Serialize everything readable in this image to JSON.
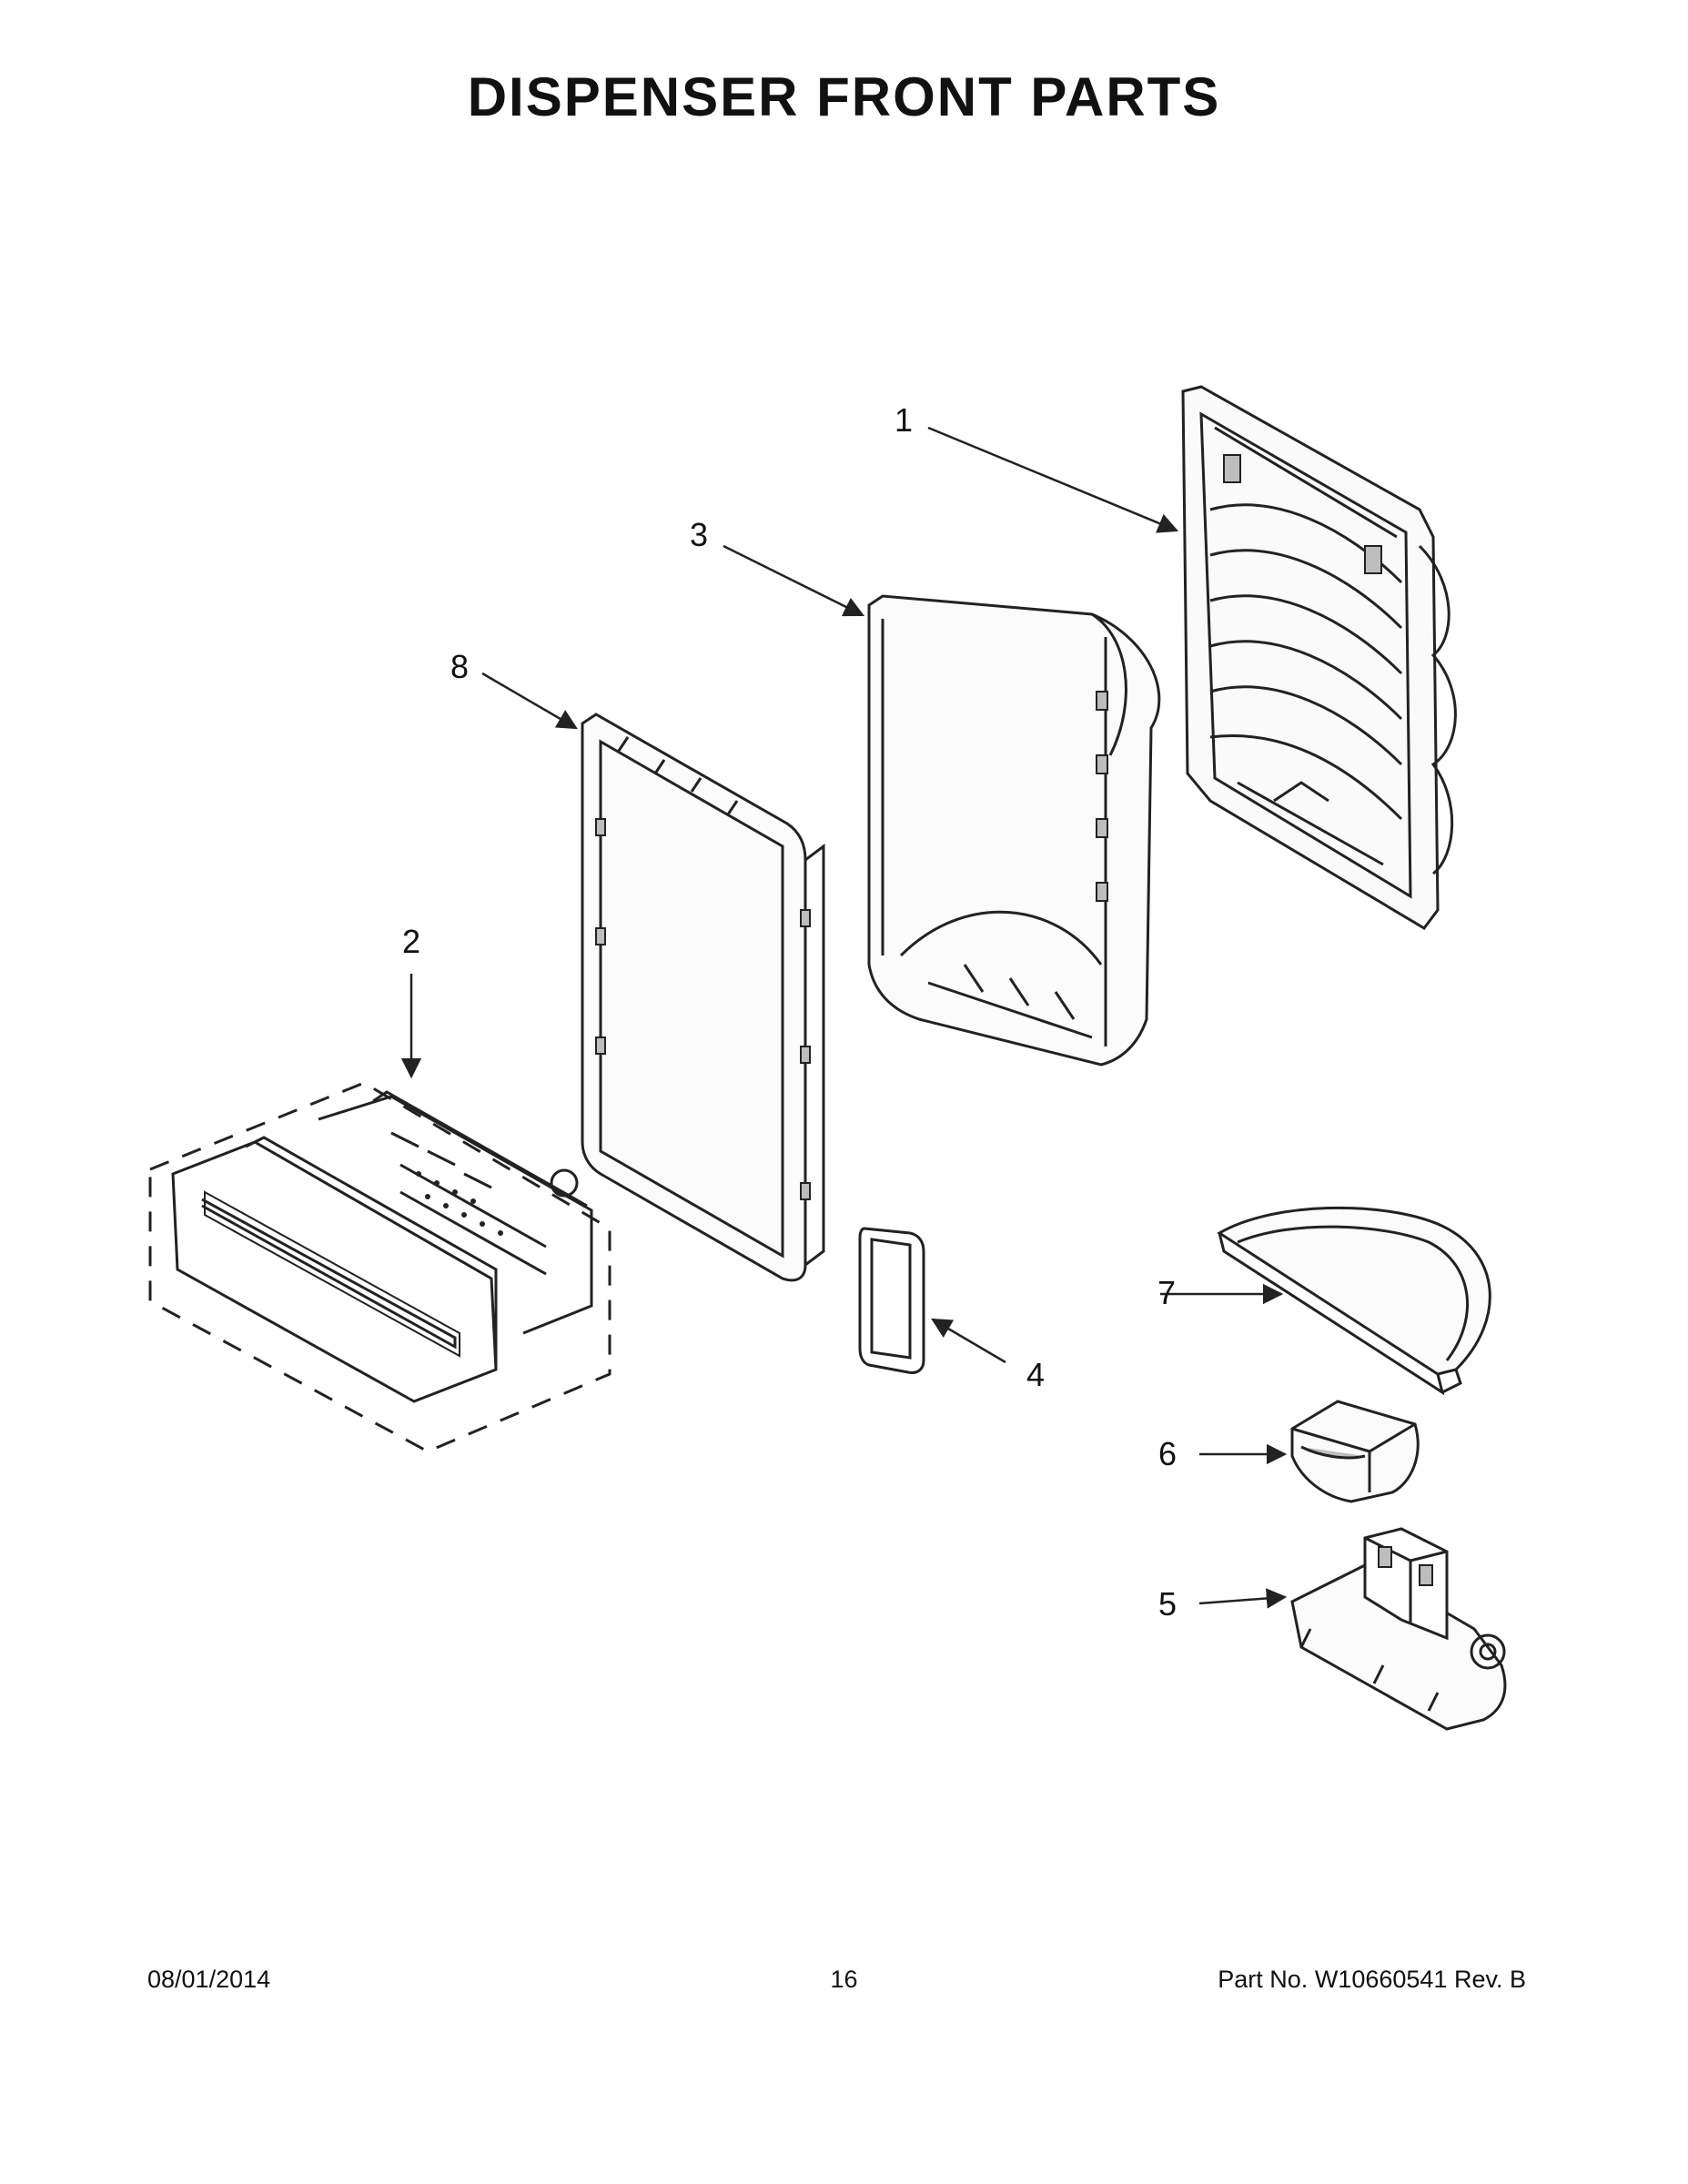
{
  "page": {
    "title": "DISPENSER FRONT PARTS"
  },
  "callouts": {
    "c1": "1",
    "c2": "2",
    "c3": "3",
    "c4": "4",
    "c5": "5",
    "c6": "6",
    "c7": "7",
    "c8": "8"
  },
  "footer": {
    "date": "08/01/2014",
    "page_number": "16",
    "part_label": "Part No.",
    "part_number": "W10660541",
    "rev_label": "Rev.",
    "rev_value": "B"
  },
  "colors": {
    "line": "#222222",
    "background": "#ffffff",
    "shade": "#bdbdbd"
  }
}
